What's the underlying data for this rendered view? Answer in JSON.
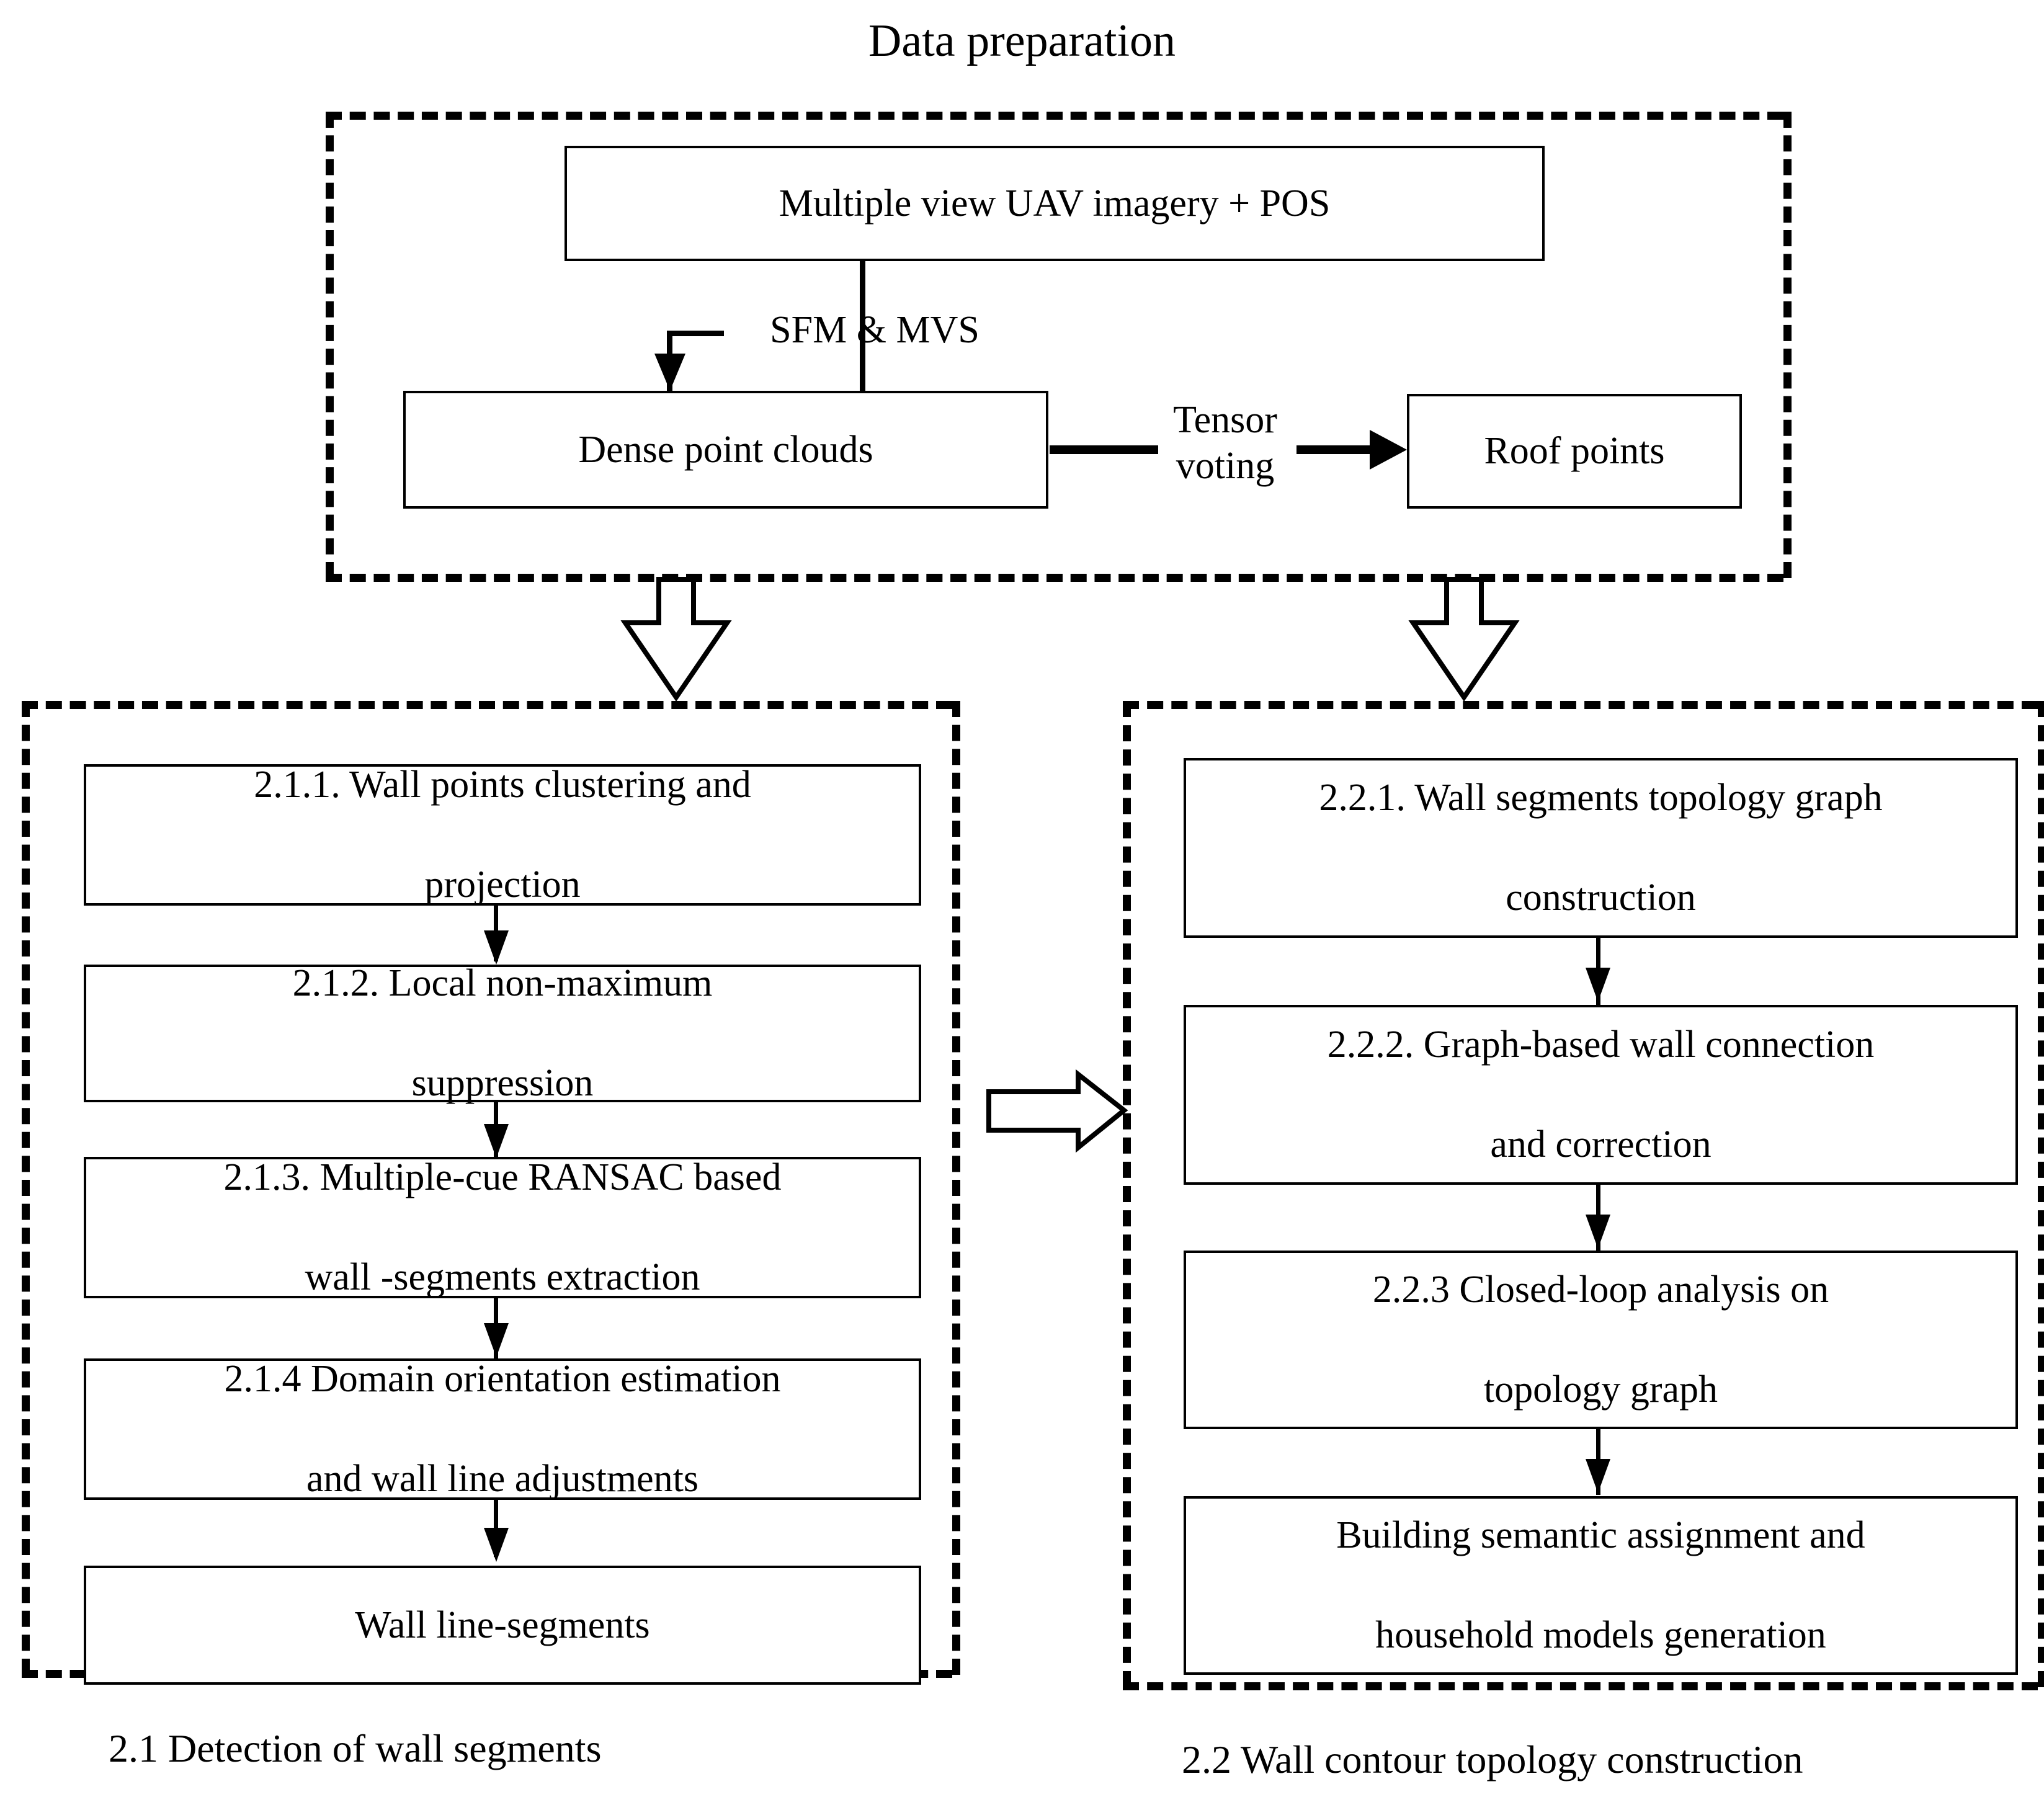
{
  "figure": {
    "title": "Data preparation"
  },
  "data_preparation": {
    "boxes": {
      "imagery": "Multiple view UAV imagery + POS",
      "dense_points": "Dense point clouds",
      "roof_points": "Roof points"
    },
    "edge_labels": {
      "sfm_mvs": "SFM & MVS",
      "tensor_voting_line1": "Tensor",
      "tensor_voting_line2": "voting"
    }
  },
  "section_2_1": {
    "caption": "2.1 Detection of wall segments",
    "steps": [
      {
        "line1": "2.1.1. Wall points clustering and",
        "line2": "projection"
      },
      {
        "line1": "2.1.2. Local non-maximum",
        "line2": "suppression"
      },
      {
        "line1": "2.1.3. Multiple-cue RANSAC based",
        "line2": "wall -segments extraction"
      },
      {
        "line1": "2.1.4 Domain orientation estimation",
        "line2": "and wall line adjustments"
      },
      {
        "line1": "Wall line-segments",
        "line2": ""
      }
    ]
  },
  "section_2_2": {
    "caption": "2.2 Wall contour topology construction",
    "steps": [
      {
        "line1": "2.2.1. Wall segments topology graph",
        "line2": "construction"
      },
      {
        "line1": "2.2.2. Graph-based wall connection",
        "line2": "and correction"
      },
      {
        "line1": "2.2.3 Closed-loop analysis on",
        "line2": "topology graph"
      },
      {
        "line1": "Building semantic assignment and",
        "line2": "household models generation"
      }
    ]
  },
  "colors": {
    "stroke": "#000000",
    "background": "#ffffff"
  }
}
